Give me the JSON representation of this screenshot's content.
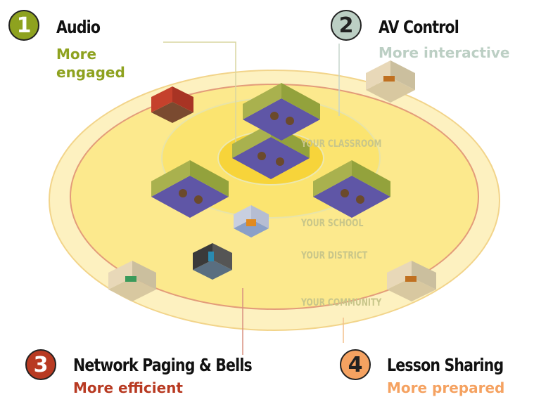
{
  "colors": {
    "audio": "#8ea21f",
    "av_control": "#bccfc4",
    "paging": "#b83a22",
    "lesson": "#f5a261",
    "community_ring": "#fbf0b0",
    "district_ring": "#fbe68b",
    "school_ring": "#fae46a",
    "classroom_ring": "#f7d43a",
    "ring_label": "#c8c68a"
  },
  "features": [
    {
      "number": "1",
      "title": "Audio",
      "subtitle": "More engaged"
    },
    {
      "number": "2",
      "title": "AV Control",
      "subtitle": "More interactive"
    },
    {
      "number": "3",
      "title": "Network Paging & Bells",
      "subtitle": "More efficient"
    },
    {
      "number": "4",
      "title": "Lesson Sharing",
      "subtitle": "More prepared"
    }
  ],
  "rings": {
    "classroom": "YOUR CLASSROOM",
    "school": "YOUR SCHOOL",
    "district": "YOUR DISTRICT",
    "community": "YOUR COMMUNITY"
  }
}
